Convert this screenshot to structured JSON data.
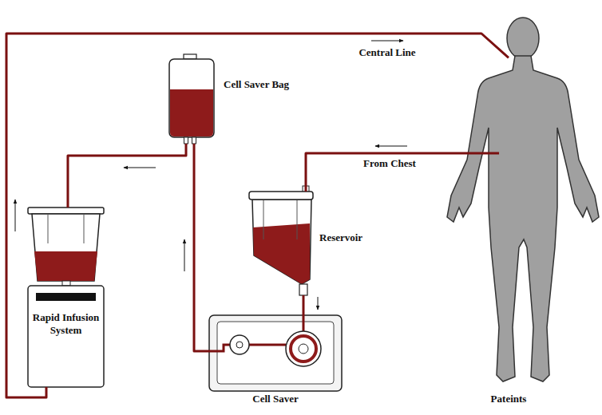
{
  "diagram": {
    "nodes": [
      {
        "text": [
          "Cell Saver Bag"
        ]
      },
      {
        "text": [
          "Reservoir"
        ]
      },
      {
        "text": [
          "Rapid Infusion System"
        ]
      },
      {
        "text": [
          "Cell Saver"
        ]
      },
      {
        "text": [
          "Pateints"
        ]
      }
    ],
    "edges": [
      {
        "from": 4,
        "to": 1,
        "label": "From Chest",
        "arrow": "to"
      },
      {
        "from": 1,
        "to": 3,
        "arrow": "to"
      },
      {
        "from": 3,
        "to": 0,
        "arrow": "to"
      },
      {
        "from": 0,
        "to": 2,
        "arrow": "to"
      },
      {
        "from": 2,
        "to": 4,
        "label": "Central Line",
        "arrow": "to"
      }
    ]
  }
}
